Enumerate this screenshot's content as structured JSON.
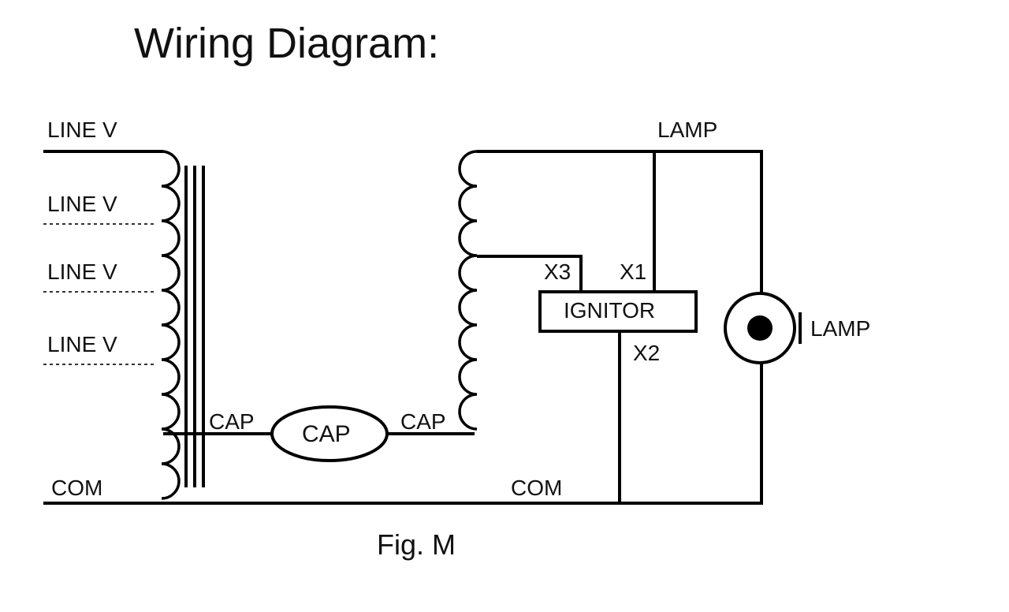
{
  "title": "Wiring Diagram:",
  "caption": "Fig. M",
  "labels": {
    "line_v_1": "LINE V",
    "line_v_2": "LINE V",
    "line_v_3": "LINE V",
    "line_v_4": "LINE V",
    "com_left": "COM",
    "com_right": "COM",
    "cap_left": "CAP",
    "cap_center": "CAP",
    "cap_right": "CAP",
    "lamp_top": "LAMP",
    "lamp_side": "LAMP",
    "ignitor": "IGNITOR",
    "x1": "X1",
    "x2": "X2",
    "x3": "X3"
  }
}
